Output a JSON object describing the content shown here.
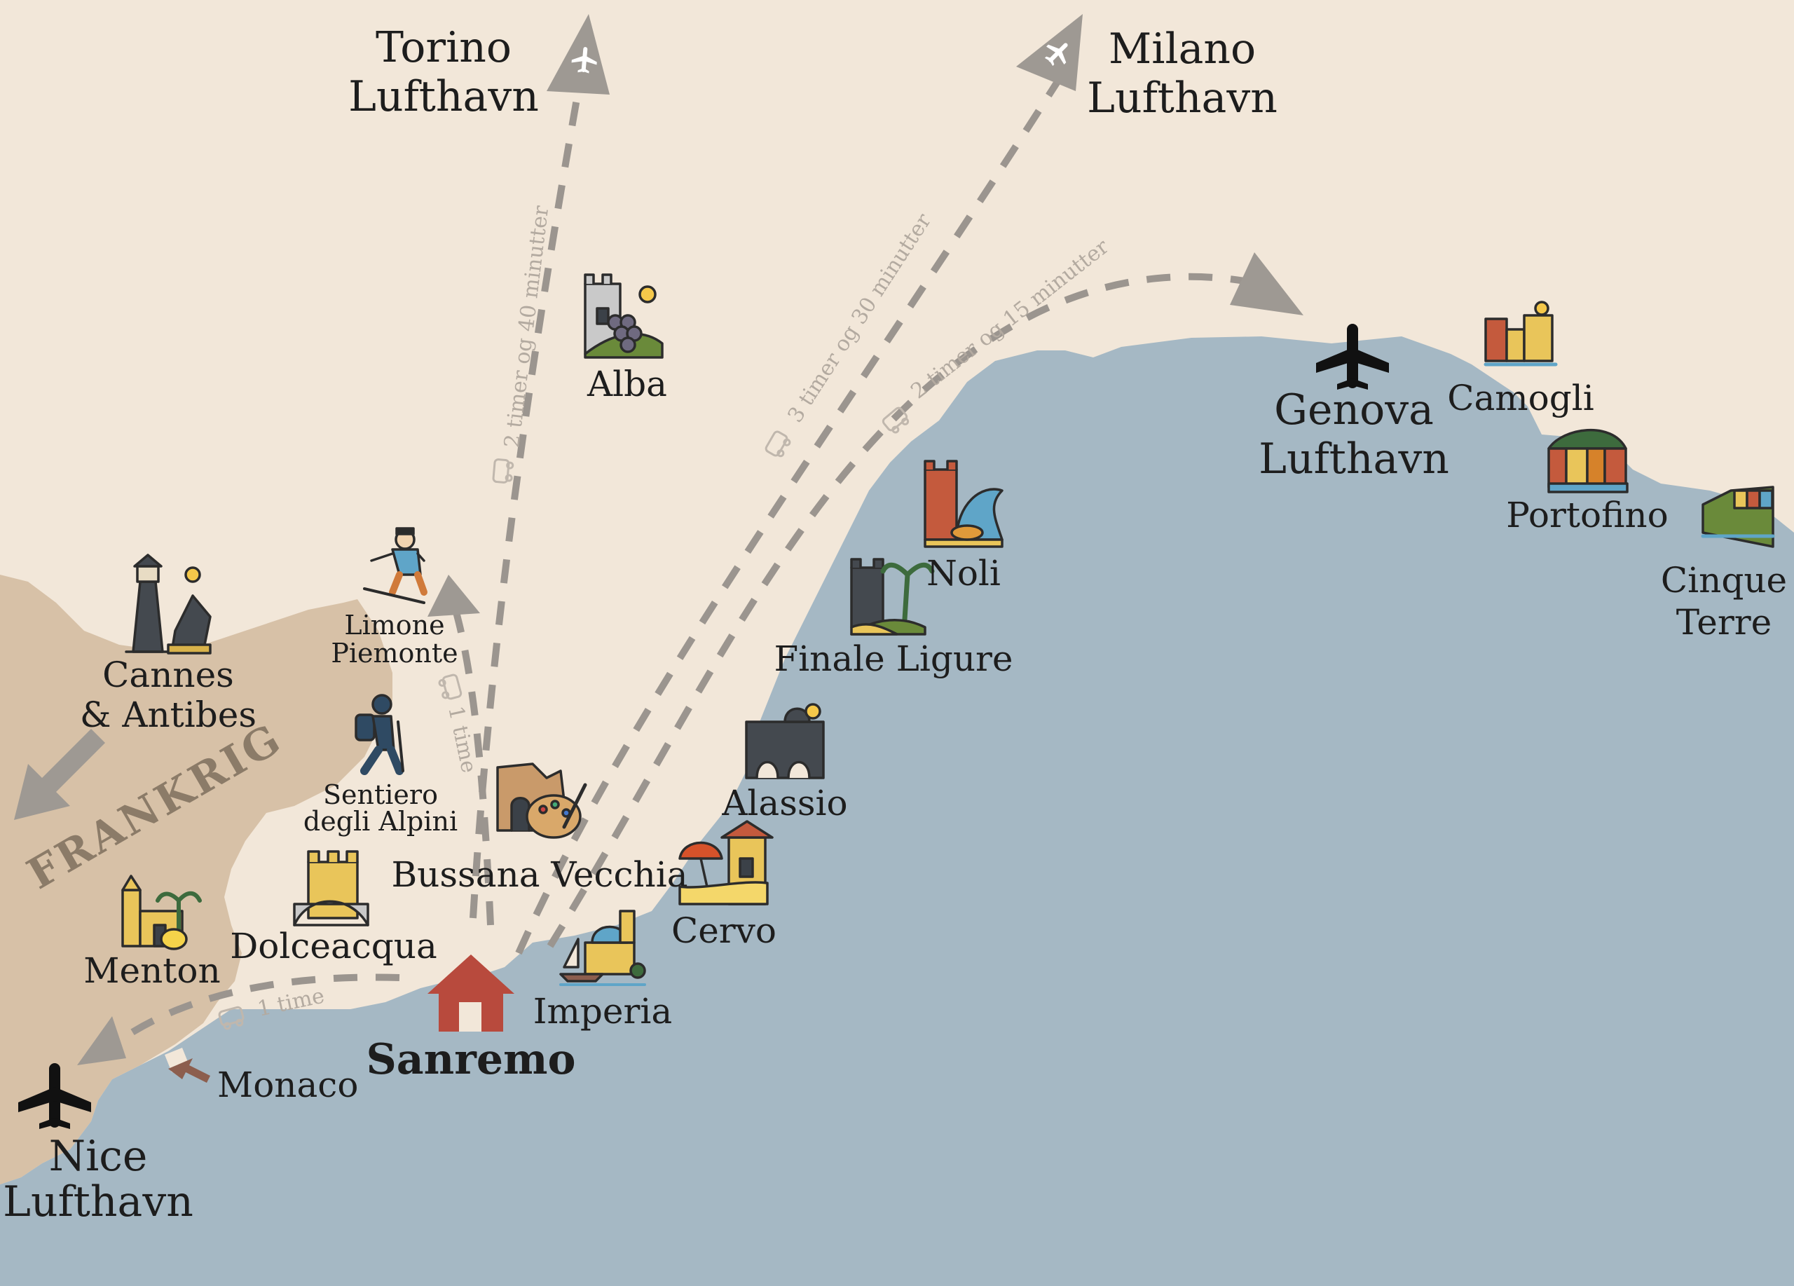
{
  "country": "FRANKRIG",
  "colors": {
    "sea": "#a5b8c4",
    "land_italy": "#f2e7d9",
    "land_france": "#d7c1a7",
    "route": "#9b958f",
    "home": "#b84a3d",
    "text": "#1d1d1d"
  },
  "home": {
    "name": "Sanremo",
    "icon": "house-icon"
  },
  "airports": [
    {
      "id": "torino",
      "line1": "Torino",
      "line2": "Lufthavn"
    },
    {
      "id": "milano",
      "line1": "Milano",
      "line2": "Lufthavn"
    },
    {
      "id": "genova",
      "line1": "Genova",
      "line2": "Lufthavn"
    },
    {
      "id": "nice",
      "line1": "Nice",
      "line2": "Lufthavn"
    }
  ],
  "places": {
    "alba": "Alba",
    "cannes_line1": "Cannes",
    "cannes_line2": "& Antibes",
    "limone_line1": "Limone",
    "limone_line2": "Piemonte",
    "sentiero_line1": "Sentiero",
    "sentiero_line2": "degli Alpini",
    "menton": "Menton",
    "dolceacqua": "Dolceacqua",
    "bussana": "Bussana Vecchia",
    "imperia": "Imperia",
    "cervo": "Cervo",
    "alassio": "Alassio",
    "finale": "Finale Ligure",
    "noli": "Noli",
    "camogli": "Camogli",
    "portofino": "Portofino",
    "cinque_line1": "Cinque",
    "cinque_line2": "Terre",
    "monaco": "Monaco"
  },
  "routes": {
    "torino": "2 timer og 40 minutter",
    "milano": "3 timer og 30 minutter",
    "genova": "2 timer og 15 minutter",
    "limone": "1 time",
    "nice": "1 time"
  }
}
